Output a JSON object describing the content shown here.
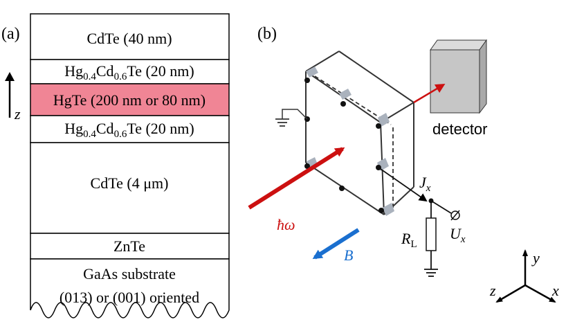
{
  "panel_a": {
    "label": "(a)",
    "axis_label": "z",
    "layers": [
      {
        "base": "CdTe (40 nm)",
        "highlight": false
      },
      {
        "p1": "Hg",
        "s1": "0.4",
        "p2": "Cd",
        "s2": "0.6",
        "p3": "Te (20 nm)",
        "highlight": false
      },
      {
        "base": "HgTe (200 nm or 80 nm)",
        "highlight": true
      },
      {
        "p1": "Hg",
        "s1": "0.4",
        "p2": "Cd",
        "s2": "0.6",
        "p3": "Te (20 nm)",
        "highlight": false
      },
      {
        "base": "CdTe (4 μm)",
        "highlight": false
      },
      {
        "base": "ZnTe",
        "highlight": false
      },
      {
        "line1": "GaAs substrate",
        "line2": "(013) or (001) oriented",
        "highlight": false
      }
    ],
    "highlight_color": "#f08595"
  },
  "panel_b": {
    "label": "(b)",
    "detector_label": "detector",
    "photon_label": "ħω",
    "field_label": "B",
    "current_label": "J",
    "current_sub": "x",
    "voltage_label": "U",
    "voltage_sub": "x",
    "resistor_label": "R",
    "resistor_sub": "L",
    "axes": {
      "x": "x",
      "y": "y",
      "z": "z"
    },
    "colors": {
      "photon": "#cc1010",
      "field": "#1a6fcf",
      "contact": "#aab2bd"
    }
  }
}
